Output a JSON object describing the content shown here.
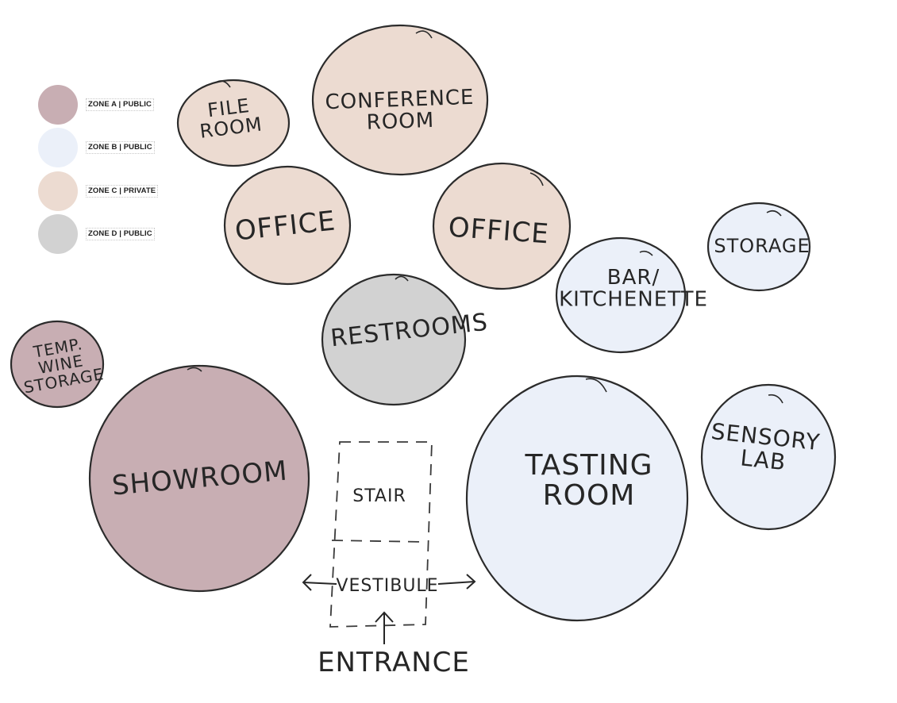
{
  "legend": [
    {
      "label": "ZONE A | PUBLIC",
      "color": "#c8aeb3"
    },
    {
      "label": "ZONE B | PUBLIC",
      "color": "#ebf0f9"
    },
    {
      "label": "ZONE C | PRIVATE",
      "color": "#ecdbd1"
    },
    {
      "label": "ZONE D | PUBLIC",
      "color": "#d2d2d2"
    }
  ],
  "rooms": [
    {
      "key": "file_room",
      "lines": [
        "FILE",
        "ROOM"
      ],
      "zone": "C"
    },
    {
      "key": "conference_room",
      "lines": [
        "CONFERENCE",
        "ROOM"
      ],
      "zone": "C"
    },
    {
      "key": "office_left",
      "lines": [
        "OFFICE"
      ],
      "zone": "C"
    },
    {
      "key": "office_right",
      "lines": [
        "OFFICE"
      ],
      "zone": "C"
    },
    {
      "key": "storage",
      "lines": [
        "STORAGE"
      ],
      "zone": "B"
    },
    {
      "key": "bar_kitchenette",
      "lines": [
        "BAR/",
        "KITCHENETTE"
      ],
      "zone": "B"
    },
    {
      "key": "restrooms",
      "lines": [
        "RESTROOMS"
      ],
      "zone": "D"
    },
    {
      "key": "temp_wine_storage",
      "lines": [
        "TEMP.",
        "WINE",
        "STORAGE"
      ],
      "zone": "A"
    },
    {
      "key": "showroom",
      "lines": [
        "SHOWROOM"
      ],
      "zone": "A"
    },
    {
      "key": "tasting_room",
      "lines": [
        "TASTING",
        "ROOM"
      ],
      "zone": "B"
    },
    {
      "key": "sensory_lab",
      "lines": [
        "SENSORY",
        "LAB"
      ],
      "zone": "B"
    }
  ],
  "stair_label": "STAIR",
  "vestibule_label": "VESTIBULE",
  "entrance_label": "ENTRANCE"
}
